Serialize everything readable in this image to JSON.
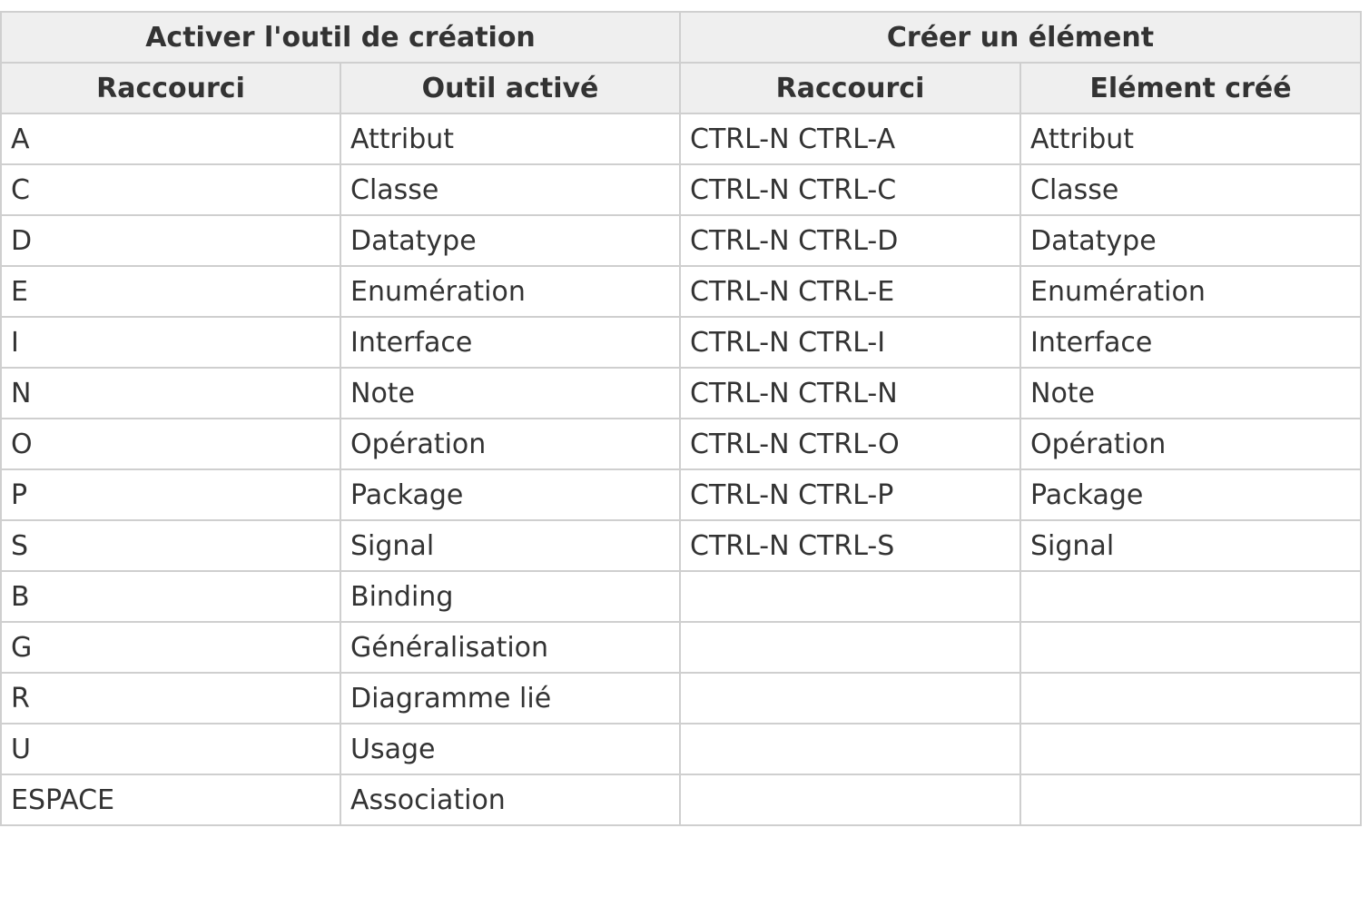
{
  "table": {
    "group_headers": [
      "Activer l'outil de création",
      "Créer un élément"
    ],
    "column_headers": [
      "Raccourci",
      "Outil activé",
      "Raccourci",
      "Elément créé"
    ],
    "rows": [
      [
        "A",
        "Attribut",
        "CTRL-N CTRL-A",
        "Attribut"
      ],
      [
        "C",
        "Classe",
        "CTRL-N CTRL-C",
        "Classe"
      ],
      [
        "D",
        "Datatype",
        "CTRL-N CTRL-D",
        "Datatype"
      ],
      [
        "E",
        "Enumération",
        "CTRL-N CTRL-E",
        "Enumération"
      ],
      [
        "I",
        "Interface",
        "CTRL-N CTRL-I",
        "Interface"
      ],
      [
        "N",
        "Note",
        "CTRL-N CTRL-N",
        "Note"
      ],
      [
        "O",
        "Opération",
        "CTRL-N CTRL-O",
        "Opération"
      ],
      [
        "P",
        "Package",
        "CTRL-N CTRL-P",
        "Package"
      ],
      [
        "S",
        "Signal",
        "CTRL-N CTRL-S",
        "Signal"
      ],
      [
        "B",
        "Binding",
        "",
        ""
      ],
      [
        "G",
        "Généralisation",
        "",
        ""
      ],
      [
        "R",
        "Diagramme lié",
        "",
        ""
      ],
      [
        "U",
        "Usage",
        "",
        ""
      ],
      [
        "ESPACE",
        "Association",
        "",
        ""
      ]
    ]
  },
  "colors": {
    "header_background": "#efefef",
    "border": "#cfcfcf",
    "text": "#333333"
  }
}
